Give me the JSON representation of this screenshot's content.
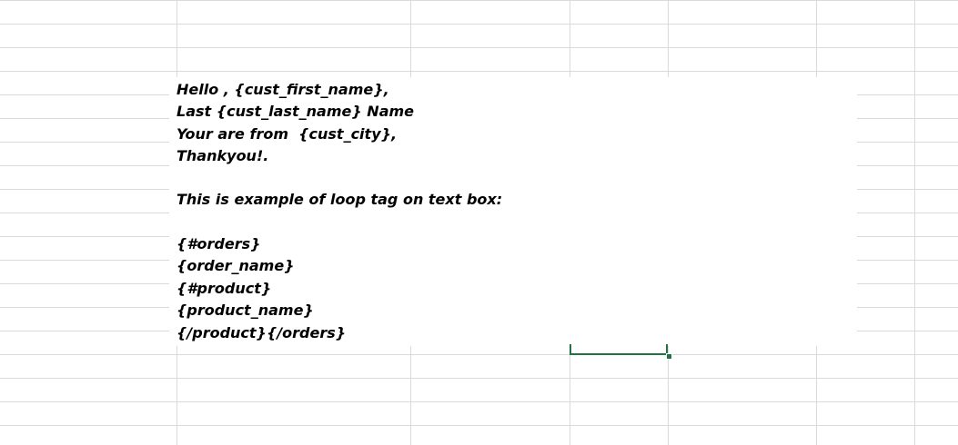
{
  "sheet": {
    "accent_color": "#217346",
    "gridline_color": "#dadada"
  },
  "textbox": {
    "lines": [
      "Hello , {cust_first_name},",
      "Last {cust_last_name} Name",
      "Your are from  {cust_city},",
      "Thankyou!.",
      "",
      "This is example of loop tag on text box:",
      "",
      "{#orders}",
      "{order_name}",
      "{#product}",
      "{product_name}",
      "{/product}{/orders}"
    ]
  }
}
